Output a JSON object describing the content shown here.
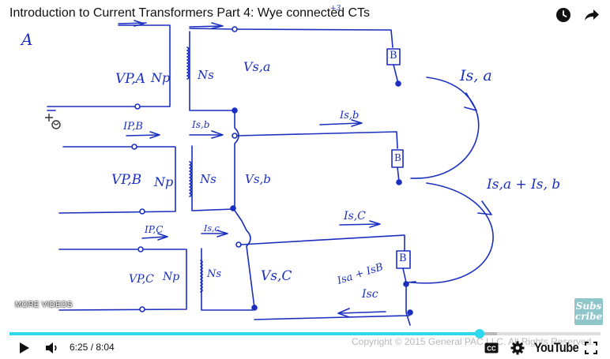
{
  "video": {
    "title": "Introduction to Current Transformers Part 4: Wye connected CTs",
    "current_time": "6:25",
    "duration": "8:04",
    "progress_fraction": 0.795,
    "buffered_fraction": 0.825,
    "accent_color": "#2dd7ee"
  },
  "overlay": {
    "more_videos_label": "MORE VIDEOS",
    "subscribe_line1": "Subs",
    "subscribe_line2": "cribe",
    "copyright": "Copyright © 2015 General PAC LLC. All Rights Reserved.",
    "youtube_logo": "YouTube"
  },
  "icons": {
    "watch_later": "clock-icon",
    "share": "share-arrow-icon",
    "play": "play-icon",
    "volume": "volume-icon",
    "captions": "cc-icon",
    "settings": "gear-icon",
    "fullscreen": "fullscreen-icon"
  },
  "whiteboard": {
    "ink_color": "#1a2fbf",
    "phase_a": "A",
    "vpa": "VP,A",
    "np_a": "Np",
    "ns_a": "Ns",
    "vsa": "Vs,a",
    "ipb": "IP,B",
    "isb_small": "Is,b",
    "vpb": "VP,B",
    "np_b": "Np",
    "ns_b": "Ns",
    "vsb": "Vs,b",
    "ipc": "IP,C",
    "isc_small": "Is,c",
    "vpc": "VP,C",
    "np_c": "Np",
    "ns_c": "Ns",
    "vsc": "Vs,C",
    "isa_label": "Is, a",
    "isb_label": "Is,b",
    "isc_label": "Is,C",
    "sum_ab": "Is,a + Is, b",
    "sum_abc_1": "Isa + IsB",
    "sum_abc_2": "Isc",
    "burden": "B",
    "ta1": "+3"
  }
}
